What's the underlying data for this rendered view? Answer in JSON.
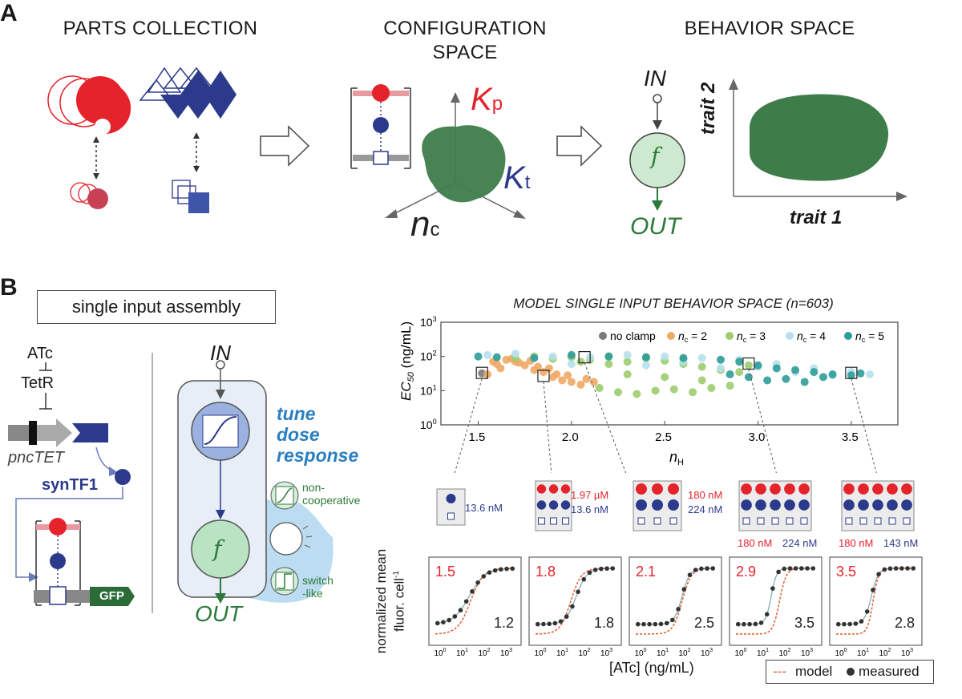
{
  "panel_a": {
    "letter": "A",
    "parts_title": "PARTS COLLECTION",
    "config_title_1": "CONFIGURATION",
    "config_title_2": "SPACE",
    "behavior_title": "BEHAVIOR SPACE",
    "kp_main": "K",
    "kp_sub": "p",
    "kt_main": "K",
    "kt_sub": "t",
    "nc_main": "n",
    "nc_sub": "c",
    "in_label": "IN",
    "f_label": "f",
    "out_label": "OUT",
    "trait2": "trait 2",
    "trait1": "trait 1"
  },
  "panel_b": {
    "letter": "B",
    "assembly_title": "single input assembly",
    "atc": "ATc",
    "tetr": "TetR",
    "promoter": "pncTET",
    "syntf1": "synTF1",
    "gfp": "GFP",
    "in_label": "IN",
    "f_label": "f",
    "out_label": "OUT",
    "tune_1": "tune",
    "tune_2": "dose",
    "tune_3": "response",
    "noncoop_1": "non-",
    "noncoop_2": "cooperative",
    "switch_1": "switch",
    "switch_2": "-like"
  },
  "chart_data": [
    {
      "type": "scatter",
      "title": "MODEL SINGLE INPUT BEHAVIOR SPACE (n=603)",
      "xlabel": "n_H",
      "ylabel": "EC50 (ng/mL)",
      "xlim": [
        1.3,
        3.75
      ],
      "ylim": [
        1,
        1000
      ],
      "y_scale": "log",
      "x_ticks": [
        "1.5",
        "2.0",
        "2.5",
        "3.0",
        "3.5"
      ],
      "y_ticks": [
        "10^0",
        "10^1",
        "10^2",
        "10^3"
      ],
      "legend_position": "top-right",
      "legend": [
        "no clamp",
        "n_c = 2",
        "n_c = 3",
        "n_c = 4",
        "n_c = 5"
      ],
      "colors": {
        "no clamp": "#7a7a7a",
        "n_c = 2": "#f0a865",
        "n_c = 3": "#9ccc6f",
        "n_c = 4": "#b5e0ec",
        "n_c = 5": "#2e9c98"
      },
      "series": [
        {
          "name": "no clamp",
          "x": [
            1.52
          ],
          "y": [
            32
          ]
        },
        {
          "name": "n_c = 2",
          "x": [
            1.55,
            1.6,
            1.65,
            1.7,
            1.75,
            1.8,
            1.85,
            1.9,
            1.95,
            2.0,
            2.05,
            1.62,
            1.72,
            1.82,
            1.92,
            1.58,
            1.68,
            1.78,
            1.88,
            1.98,
            2.08,
            2.12
          ],
          "y": [
            30,
            60,
            80,
            70,
            55,
            40,
            35,
            25,
            20,
            18,
            15,
            45,
            65,
            50,
            30,
            70,
            85,
            75,
            45,
            28,
            22,
            18
          ]
        },
        {
          "name": "n_c = 3",
          "x": [
            1.7,
            1.8,
            1.9,
            2.0,
            2.1,
            2.2,
            2.3,
            2.4,
            2.5,
            2.6,
            2.7,
            2.8,
            2.9,
            2.95,
            2.15,
            2.25,
            2.35,
            2.45,
            2.55,
            2.65,
            2.75,
            2.85,
            2.05,
            2.3,
            2.5,
            2.7,
            2.2,
            2.4,
            2.6
          ],
          "y": [
            90,
            100,
            85,
            95,
            80,
            60,
            70,
            90,
            75,
            60,
            50,
            40,
            35,
            55,
            12,
            9,
            8,
            10,
            11,
            9,
            12,
            14,
            70,
            30,
            25,
            20,
            100,
            95,
            85
          ]
        },
        {
          "name": "n_c = 4",
          "x": [
            1.55,
            1.7,
            1.9,
            2.1,
            2.3,
            2.5,
            2.7,
            2.9,
            3.1,
            3.3,
            3.5,
            3.6,
            2.0,
            2.4,
            2.8,
            3.2,
            3.4,
            1.8,
            2.6,
            3.0
          ],
          "y": [
            110,
            120,
            100,
            95,
            110,
            100,
            90,
            80,
            60,
            45,
            35,
            30,
            60,
            55,
            45,
            35,
            28,
            90,
            70,
            50
          ]
        },
        {
          "name": "n_c = 5",
          "x": [
            1.5,
            1.6,
            1.8,
            2.0,
            2.2,
            2.4,
            2.6,
            2.8,
            2.9,
            3.0,
            3.1,
            3.2,
            3.3,
            3.4,
            3.5,
            3.55,
            3.05,
            3.15,
            3.25,
            2.95,
            2.85,
            3.35
          ],
          "y": [
            100,
            95,
            90,
            110,
            100,
            95,
            90,
            80,
            70,
            55,
            45,
            40,
            35,
            30,
            28,
            32,
            20,
            22,
            18,
            25,
            30,
            25
          ]
        }
      ],
      "highlighted": [
        {
          "x": 1.52,
          "y": 33
        },
        {
          "x": 1.85,
          "y": 27
        },
        {
          "x": 2.07,
          "y": 95
        },
        {
          "x": 2.95,
          "y": 62
        },
        {
          "x": 3.5,
          "y": 33
        }
      ]
    },
    {
      "type": "line",
      "ylabel": "normalized mean fluor. cell^-1",
      "xlabel": "[ATc] (ng/mL)",
      "x_ticks": [
        "10^0",
        "10^1",
        "10^2",
        "10^3"
      ],
      "legend": [
        "model",
        "measured"
      ],
      "legend_position": "bottom-right",
      "panels": [
        {
          "model_nh": "1.5",
          "measured_nh": "1.2",
          "model_ec50": 25,
          "measured_ec50": 22
        },
        {
          "model_nh": "1.8",
          "measured_nh": "1.8",
          "model_ec50": 25,
          "measured_ec50": 45
        },
        {
          "model_nh": "2.1",
          "measured_nh": "2.5",
          "model_ec50": 80,
          "measured_ec50": 80
        },
        {
          "model_nh": "2.9",
          "measured_nh": "3.5",
          "model_ec50": 60,
          "measured_ec50": 25
        },
        {
          "model_nh": "3.5",
          "measured_nh": "2.8",
          "model_ec50": 30,
          "measured_ec50": 25
        }
      ]
    }
  ],
  "configs": [
    {
      "red": "",
      "blue": "13.6 nM"
    },
    {
      "red": "1.97 µM",
      "blue": "13.6 nM"
    },
    {
      "red": "180 nM",
      "blue": "224 nM"
    },
    {
      "red": "180 nM",
      "blue": "224 nM"
    },
    {
      "red": "180 nM",
      "blue": "143 nM"
    }
  ],
  "scatter_title": "MODEL SINGLE INPUT BEHAVIOR SPACE (n=603)",
  "curve_xlabel": "[ATc] (ng/mL)",
  "curve_ylabel_1": "normalized mean",
  "curve_ylabel_2": "fluor. cell",
  "curve_ylabel_sup": "-1",
  "legend_model": "model",
  "legend_measured": "measured",
  "legend_no_clamp": "no clamp",
  "legend_nc2": "= 2",
  "legend_nc3": "= 3",
  "legend_nc4": "= 4",
  "legend_nc5": "= 5"
}
